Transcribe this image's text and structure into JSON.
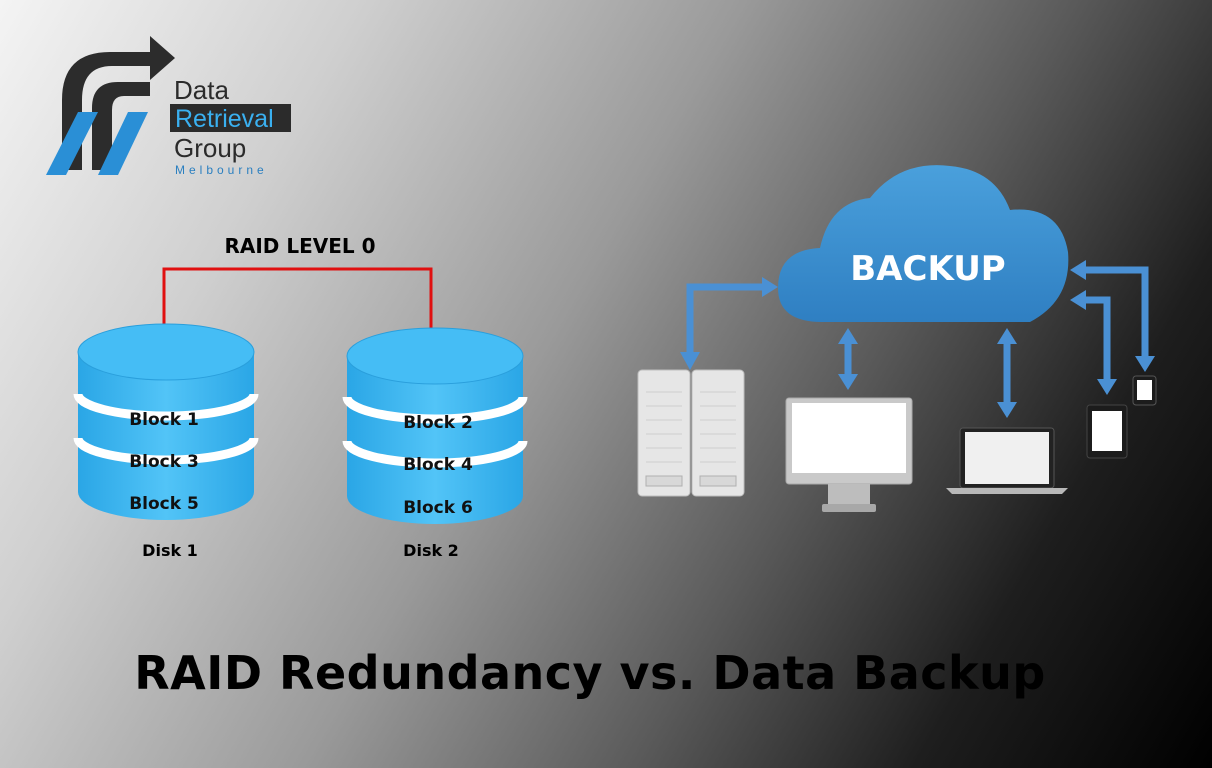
{
  "logo": {
    "line1": "Data",
    "line2": "Retrieval",
    "line3": "Group",
    "tagline": "Melbourne"
  },
  "raid": {
    "title": "RAID LEVEL 0",
    "disks": [
      {
        "label": "Disk 1",
        "blocks": [
          "Block 1",
          "Block 3",
          "Block 5"
        ]
      },
      {
        "label": "Disk 2",
        "blocks": [
          "Block 2",
          "Block 4",
          "Block 6"
        ]
      }
    ]
  },
  "backup": {
    "cloud_label": "BACKUP",
    "devices": [
      "server-rack",
      "desktop-monitor",
      "laptop",
      "tablet",
      "phone"
    ]
  },
  "title": "RAID Redundancy vs. Data Backup",
  "colors": {
    "disk_blue": "#3fb6f0",
    "cloud_blue": "#3a8fd0",
    "arrow_blue": "#4a90d4",
    "raid_line": "#e01010",
    "brand_blue": "#2a7fc0"
  }
}
